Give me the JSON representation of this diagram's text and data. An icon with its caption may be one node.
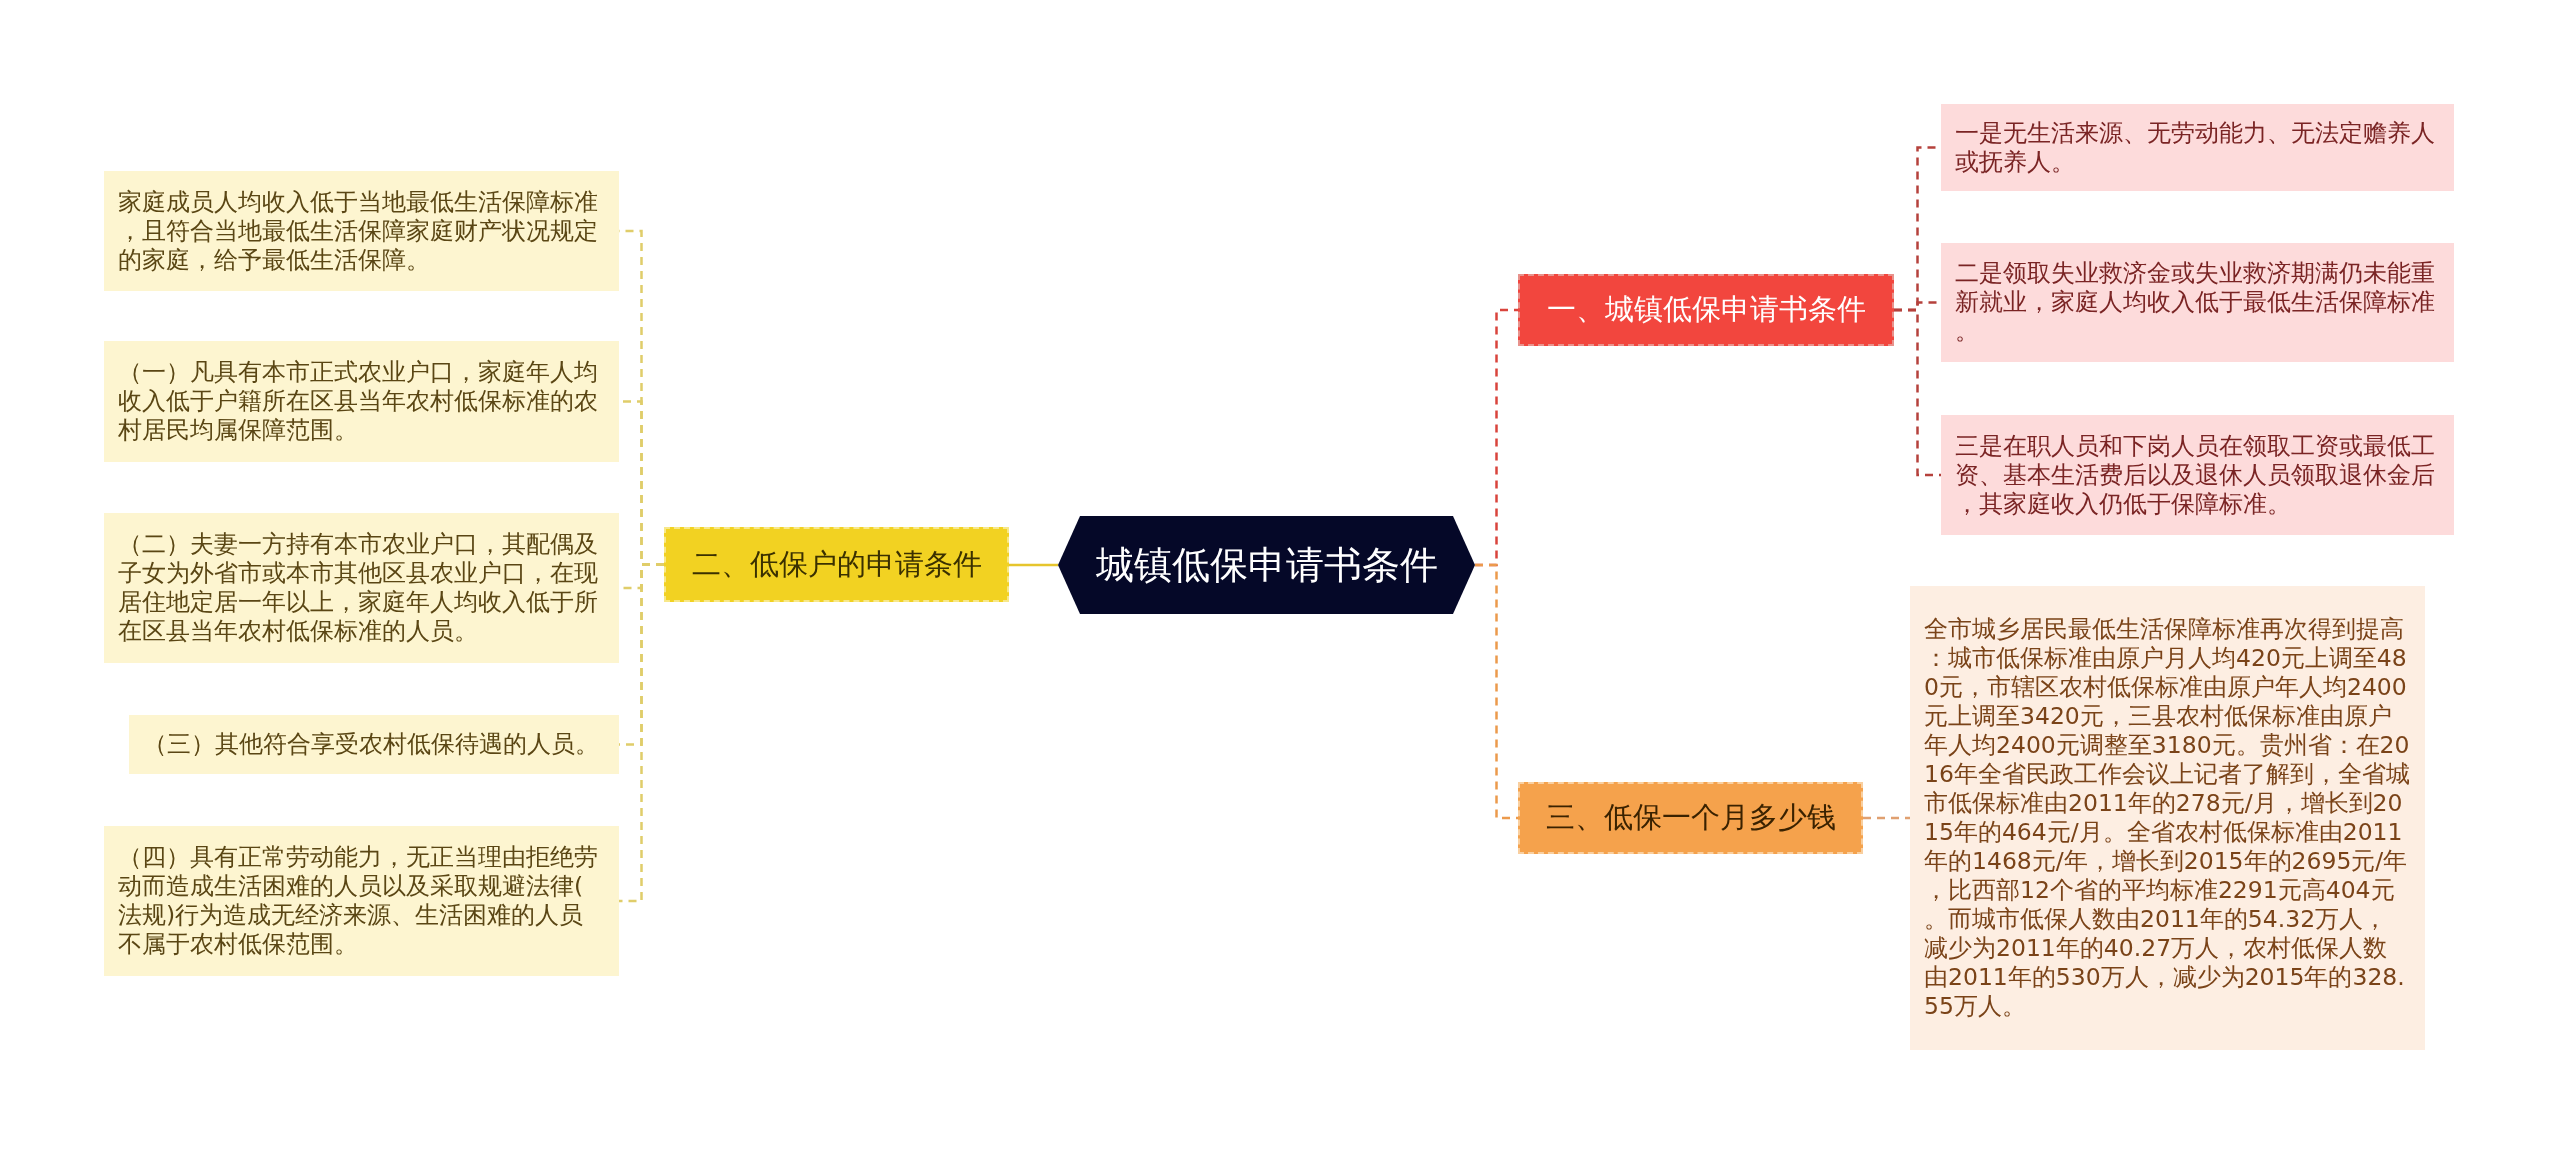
{
  "diagram": {
    "nodes": [
      {
        "text": [
          "城镇低保申请书条件"
        ]
      },
      {
        "text": [
          "一、城镇低保申请书条件"
        ]
      },
      {
        "text": [
          "一是无生活来源、无劳动能力、无法定赡养人或抚养人。"
        ]
      },
      {
        "text": [
          "二是领取失业救济金或失业救济期满仍未能重新就业，家庭人均收入低于最低生活保障标准。"
        ]
      },
      {
        "text": [
          "三是在职人员和下岗人员在领取工资或最低工资、基本生活费后以及退休人员领取退休金后，其家庭收入仍低于保障标准。"
        ]
      },
      {
        "text": [
          "二、低保户的申请条件"
        ]
      },
      {
        "text": [
          "家庭成员人均收入低于当地最低生活保障标准，且符合当地最低生活保障家庭财产状况规定的家庭，给予最低生活保障。"
        ]
      },
      {
        "text": [
          "（一）凡具有本市正式农业户口，家庭年人均收入低于户籍所在区县当年农村低保标准的农村居民均属保障范围。"
        ]
      },
      {
        "text": [
          "（二）夫妻一方持有本市农业户口，其配偶及子女为外省市或本市其他区县农业户口，在现居住地定居一年以上，家庭年人均收入低于所在区县当年农村低保标准的人员。"
        ]
      },
      {
        "text": [
          "（三）其他符合享受农村低保待遇的人员。"
        ]
      },
      {
        "text": [
          "（四）具有正常劳动能力，无正当理由拒绝劳动而造成生活困难的人员以及采取规避法律(法规)行为造成无经济来源、生活困难的人员不属于农村低保范围。"
        ]
      },
      {
        "text": [
          "三、低保一个月多少钱"
        ]
      },
      {
        "text": [
          "全市城乡居民最低生活保障标准再次得到提高：城市低保标准由原户月人均420元上调至480元，市辖区农村低保标准由原户年人均2400元上调至3420元，三县农村低保标准由原户年人均2400元调整至3180元。贵州省：在2016年全省民政工作会议上记者了解到，全省城市低保标准由2011年的278元/月，增长到2015年的464元/月。全省农村低保标准由2011年的1468元/年，增长到2015年的2695元/年，比西部12个省的平均标准2291元高404元。而城市低保人数由2011年的54.32万人，减少为2011年的40.27万人，农村低保人数由2011年的530万人，减少为2015年的328.55万人。"
        ]
      }
    ],
    "edges": [
      {
        "from": 0,
        "to": 1,
        "arrow": "none",
        "style": "dashed",
        "color": "#d9443c"
      },
      {
        "from": 1,
        "to": 2,
        "arrow": "none",
        "style": "dashed",
        "color": "#b5413c"
      },
      {
        "from": 1,
        "to": 3,
        "arrow": "none",
        "style": "dashed",
        "color": "#b5413c"
      },
      {
        "from": 1,
        "to": 4,
        "arrow": "none",
        "style": "dashed",
        "color": "#b5413c"
      },
      {
        "from": 0,
        "to": 5,
        "arrow": "none",
        "color": "#e6c52c"
      },
      {
        "from": 5,
        "to": 6,
        "arrow": "none",
        "style": "dashed",
        "color": "#e0cd6a"
      },
      {
        "from": 5,
        "to": 7,
        "arrow": "none",
        "style": "dashed",
        "color": "#e0cd6a"
      },
      {
        "from": 5,
        "to": 8,
        "arrow": "none",
        "style": "dashed",
        "color": "#e0cd6a"
      },
      {
        "from": 5,
        "to": 9,
        "arrow": "none",
        "style": "dashed",
        "color": "#e0cd6a"
      },
      {
        "from": 5,
        "to": 10,
        "arrow": "none",
        "style": "dashed",
        "color": "#e0cd6a"
      },
      {
        "from": 0,
        "to": 11,
        "arrow": "none",
        "style": "dashed",
        "color": "#ec9a4c"
      },
      {
        "from": 11,
        "to": 12,
        "arrow": "none",
        "style": "dashed",
        "color": "#e0a070"
      }
    ]
  }
}
